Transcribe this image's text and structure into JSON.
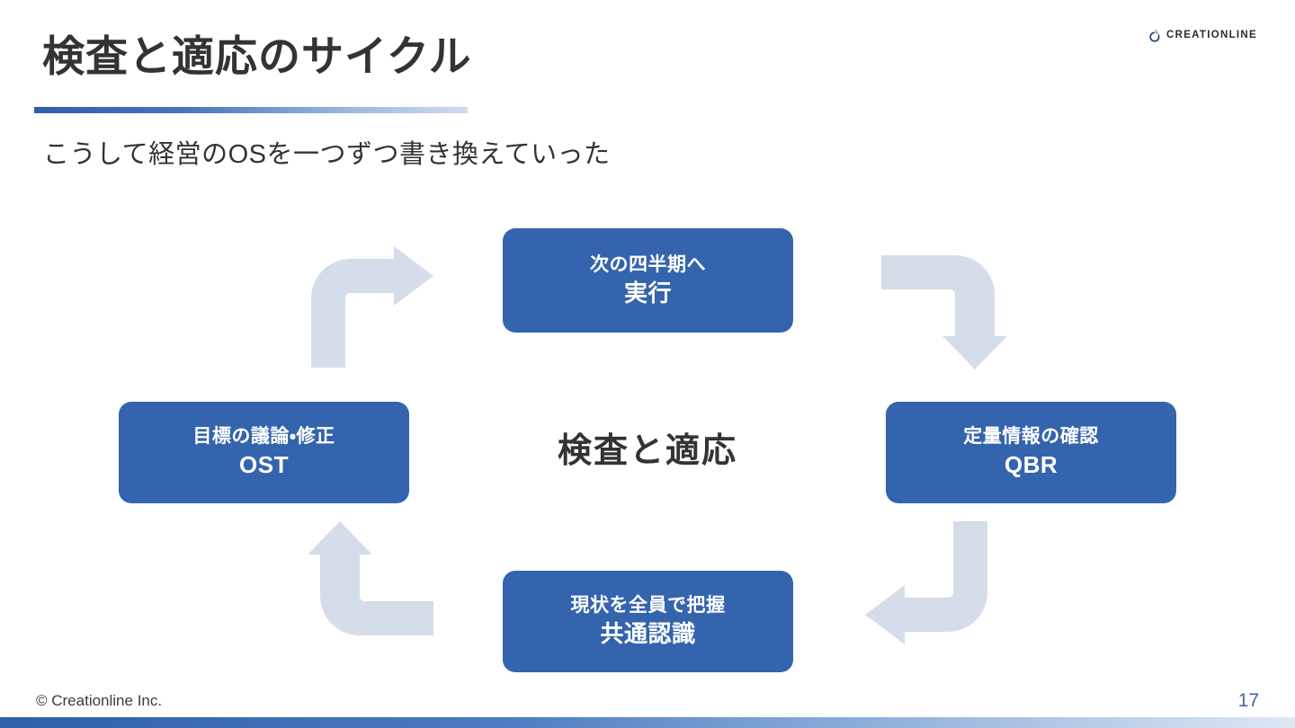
{
  "brand": {
    "logo_text": "CREATIONLINE",
    "logo_icon": "creationline-droplet-icon",
    "accent_blue": "#3464ad",
    "arrow_blue": "#d5dcea",
    "rule_gradient_start": "#2f5fa8",
    "rule_gradient_end": "#cfdbee"
  },
  "header": {
    "title": "検査と適応のサイクル",
    "subtitle": "こうして経営のOSを一つずつ書き換えていった"
  },
  "diagram": {
    "type": "cycle",
    "center_label": "検査と適応",
    "nodes": [
      {
        "position": "top",
        "line1": "次の四半期へ",
        "line2": "実行"
      },
      {
        "position": "right",
        "line1": "定量情報の確認",
        "line2": "QBR"
      },
      {
        "position": "bottom",
        "line1": "現状を全員で把握",
        "line2": "共通認識"
      },
      {
        "position": "left",
        "line1": "目標の議論・修正",
        "line2": "OST"
      }
    ],
    "arrows": [
      {
        "name": "arrow-left-to-top",
        "icon": "curved-arrow-up-right-icon"
      },
      {
        "name": "arrow-top-to-right",
        "icon": "curved-arrow-right-down-icon"
      },
      {
        "name": "arrow-right-to-bottom",
        "icon": "curved-arrow-down-left-icon"
      },
      {
        "name": "arrow-bottom-to-left",
        "icon": "curved-arrow-left-up-icon"
      }
    ]
  },
  "footer": {
    "copyright": "© Creationline Inc.",
    "page_number": "17"
  }
}
